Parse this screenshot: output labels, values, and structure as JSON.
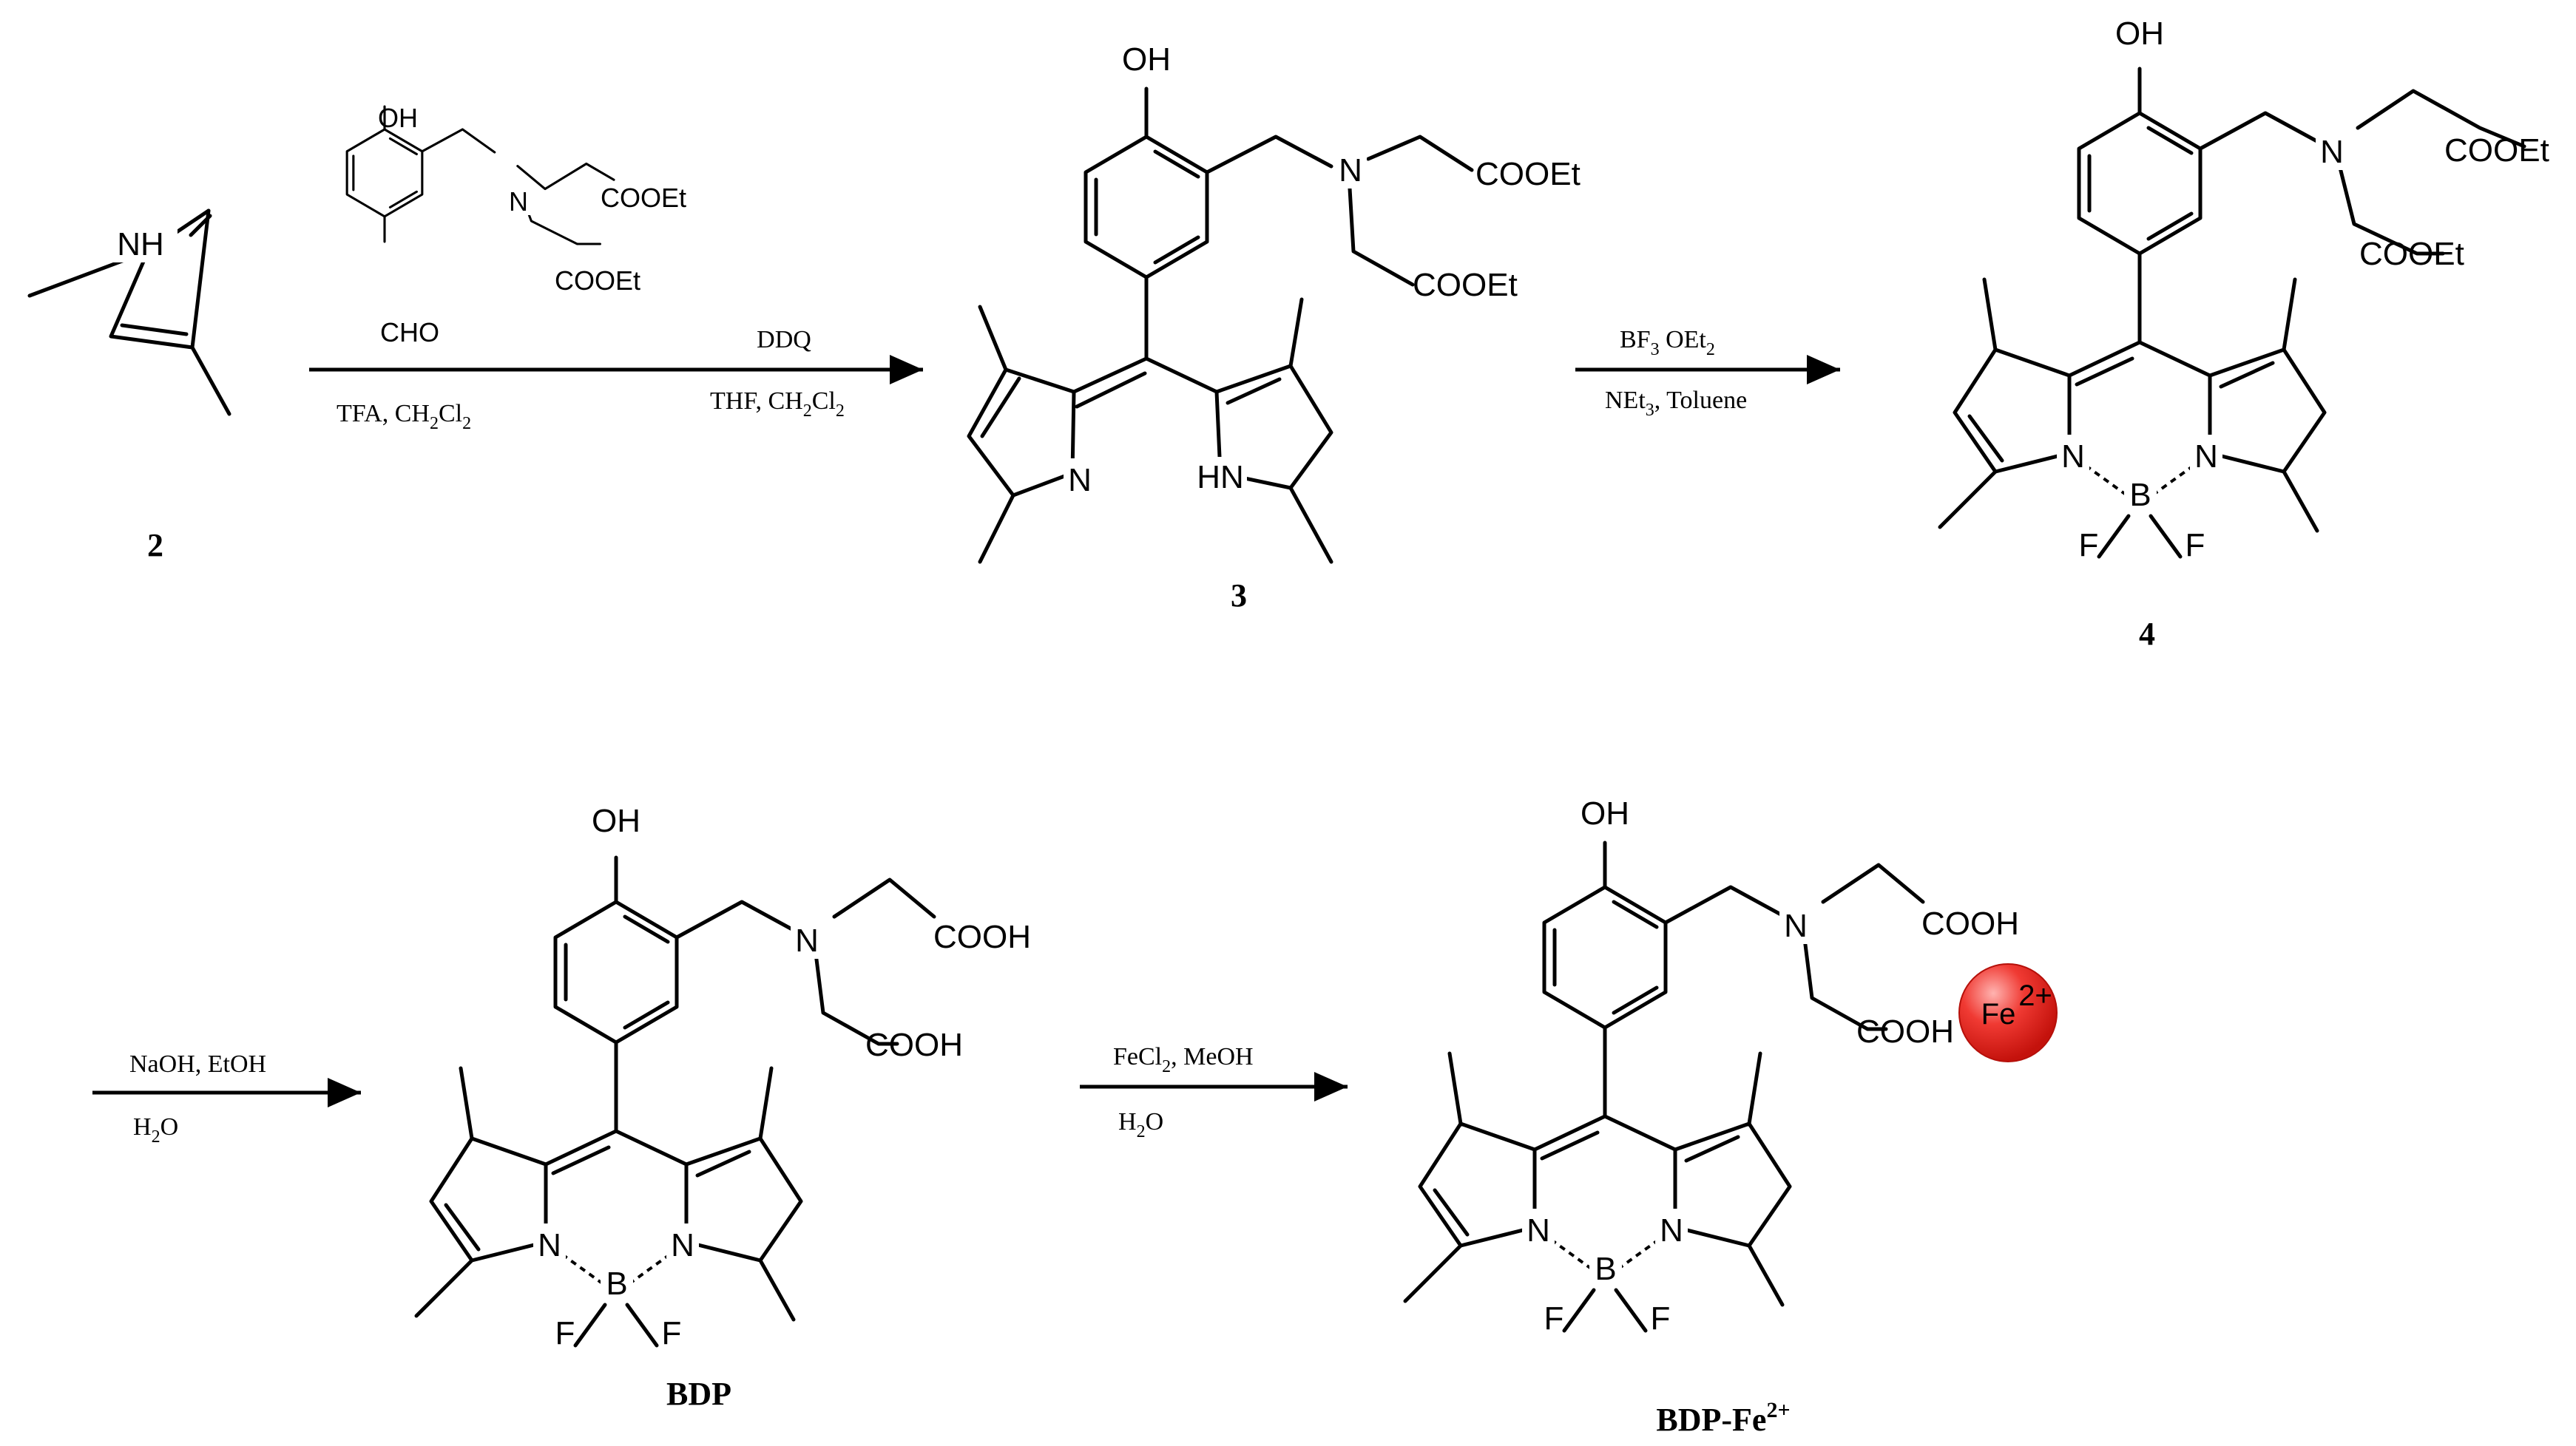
{
  "compounds": {
    "c2": "2",
    "c3": "3",
    "c4": "4",
    "bdp": "BDP",
    "bdpfe_base": "BDP-Fe",
    "bdpfe_sup": "2+"
  },
  "reagents": {
    "step1_below": "TFA, CH",
    "step1_below_sub": "2",
    "step1_below_tail": "Cl",
    "step1_below_sub2": "2",
    "step2_above": "DDQ",
    "step2_below": "THF, CH",
    "step2_below_sub": "2",
    "step2_below_tail": "Cl",
    "step2_below_sub2": "2",
    "step3_above_a": "BF",
    "step3_above_sub": "3",
    "step3_above_b": " OEt",
    "step3_above_sub2": "2",
    "step3_below_a": "NEt",
    "step3_below_sub": "3",
    "step3_below_b": ", Toluene",
    "step4_above": "NaOH, EtOH",
    "step4_below_a": "H",
    "step4_below_sub": "2",
    "step4_below_b": "O",
    "step5_above_a": "FeCl",
    "step5_above_sub": "2",
    "step5_above_b": ", MeOH",
    "step5_below_a": "H",
    "step5_below_sub": "2",
    "step5_below_b": "O"
  },
  "atoms": {
    "nh": "NH",
    "n": "N",
    "hn": "HN",
    "oh": "OH",
    "cooet": "COOEt",
    "cooh": "COOH",
    "cho": "CHO",
    "b": "B",
    "f": "F"
  },
  "ion": {
    "label": "Fe",
    "charge": "2+",
    "color": "#e8201a"
  }
}
